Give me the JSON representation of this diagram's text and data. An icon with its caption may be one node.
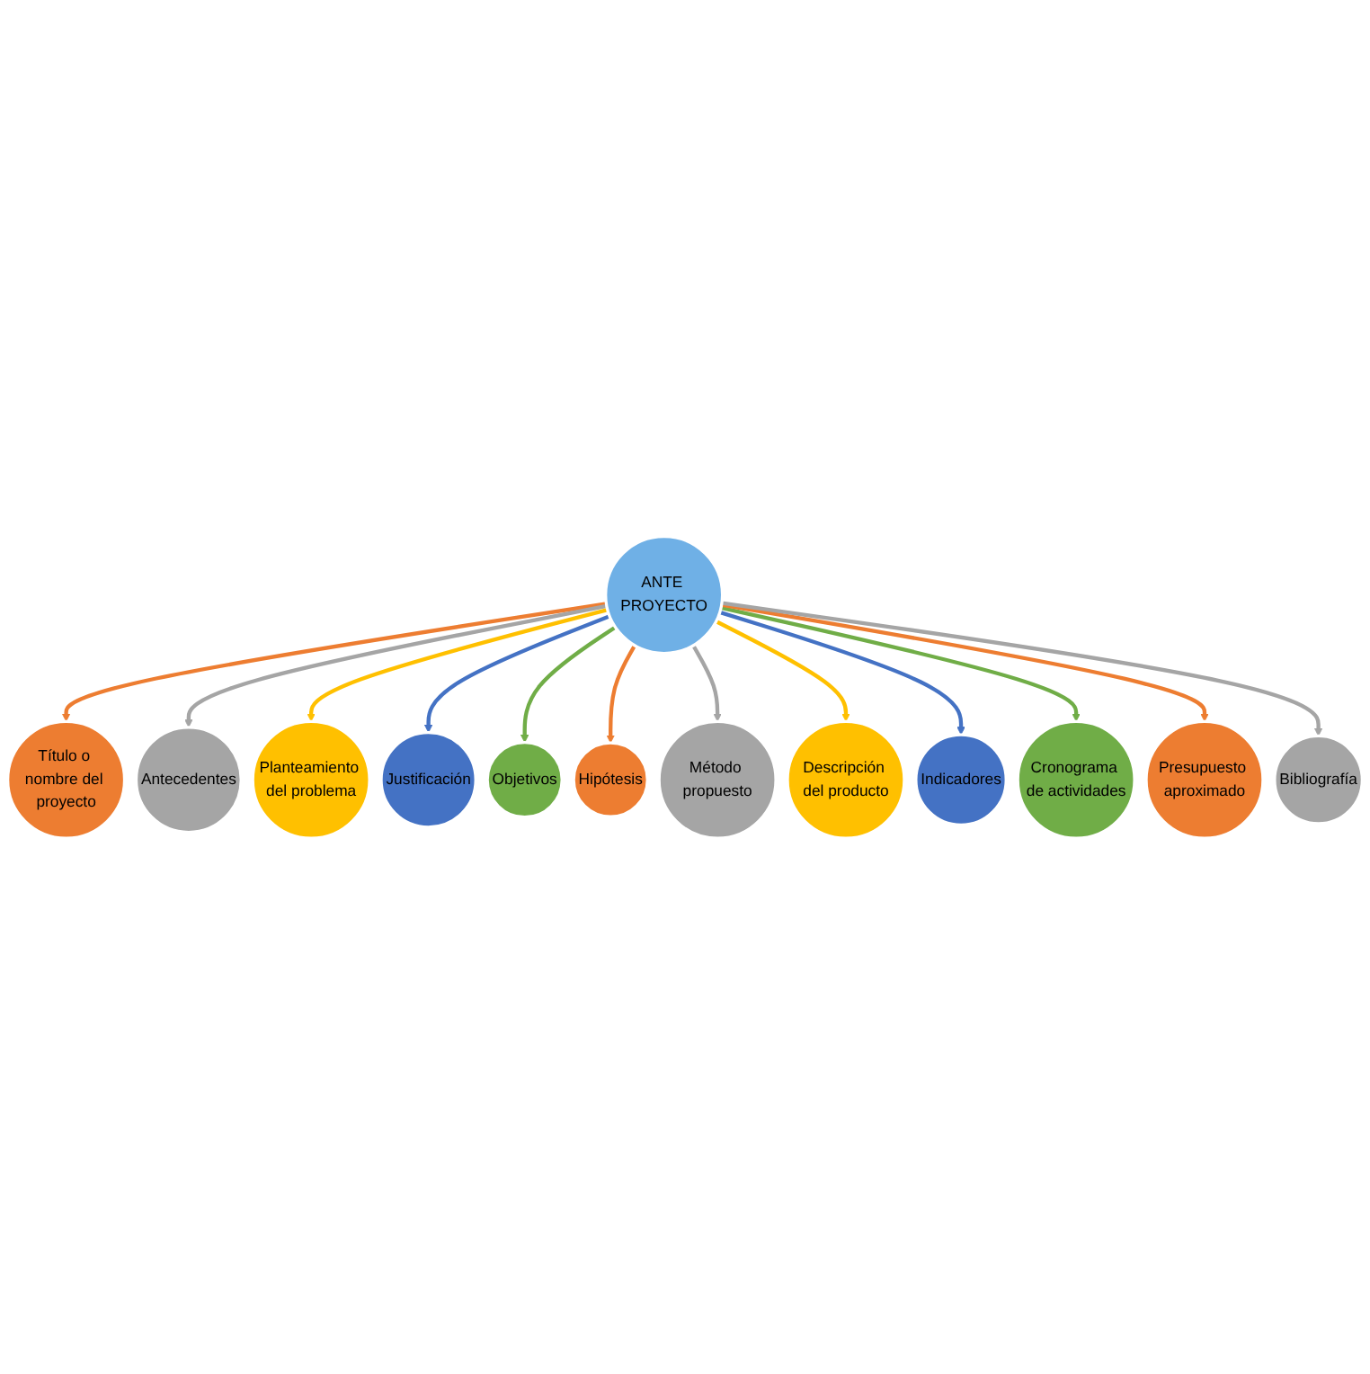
{
  "diagram": {
    "nodes": [
      {
        "text": [
          "ANTE PROYECTO"
        ]
      },
      {
        "text": [
          "Título o nombre del proyecto"
        ]
      },
      {
        "text": [
          "Antecedentes"
        ]
      },
      {
        "text": [
          "Planteamiento del problema"
        ]
      },
      {
        "text": [
          "Justificación"
        ]
      },
      {
        "text": [
          "Objetivos"
        ]
      },
      {
        "text": [
          "Hipótesis"
        ]
      },
      {
        "text": [
          "Método propuesto"
        ]
      },
      {
        "text": [
          "Descripción del producto"
        ]
      },
      {
        "text": [
          "Indicadores"
        ]
      },
      {
        "text": [
          "Cronograma de actividades"
        ]
      },
      {
        "text": [
          "Presupuesto aproximado"
        ]
      },
      {
        "text": [
          "Bibliografía"
        ]
      }
    ],
    "edges": [
      {
        "from": 0,
        "to": 1,
        "arrow": "to",
        "color": "#ed7d31"
      },
      {
        "from": 0,
        "to": 2,
        "arrow": "to",
        "color": "#a5a5a5"
      },
      {
        "from": 0,
        "to": 3,
        "arrow": "to",
        "color": "#ffc000"
      },
      {
        "from": 0,
        "to": 4,
        "arrow": "to",
        "color": "#4472c4"
      },
      {
        "from": 0,
        "to": 5,
        "arrow": "to",
        "color": "#70ad47"
      },
      {
        "from": 0,
        "to": 6,
        "arrow": "to",
        "color": "#ed7d31"
      },
      {
        "from": 0,
        "to": 7,
        "arrow": "to",
        "color": "#a5a5a5"
      },
      {
        "from": 0,
        "to": 8,
        "arrow": "to",
        "color": "#ffc000"
      },
      {
        "from": 0,
        "to": 9,
        "arrow": "to",
        "color": "#4472c4"
      },
      {
        "from": 0,
        "to": 10,
        "arrow": "to",
        "color": "#70ad47"
      },
      {
        "from": 0,
        "to": 11,
        "arrow": "to",
        "color": "#ed7d31"
      },
      {
        "from": 0,
        "to": 12,
        "arrow": "to",
        "color": "#a5a5a5"
      }
    ]
  }
}
